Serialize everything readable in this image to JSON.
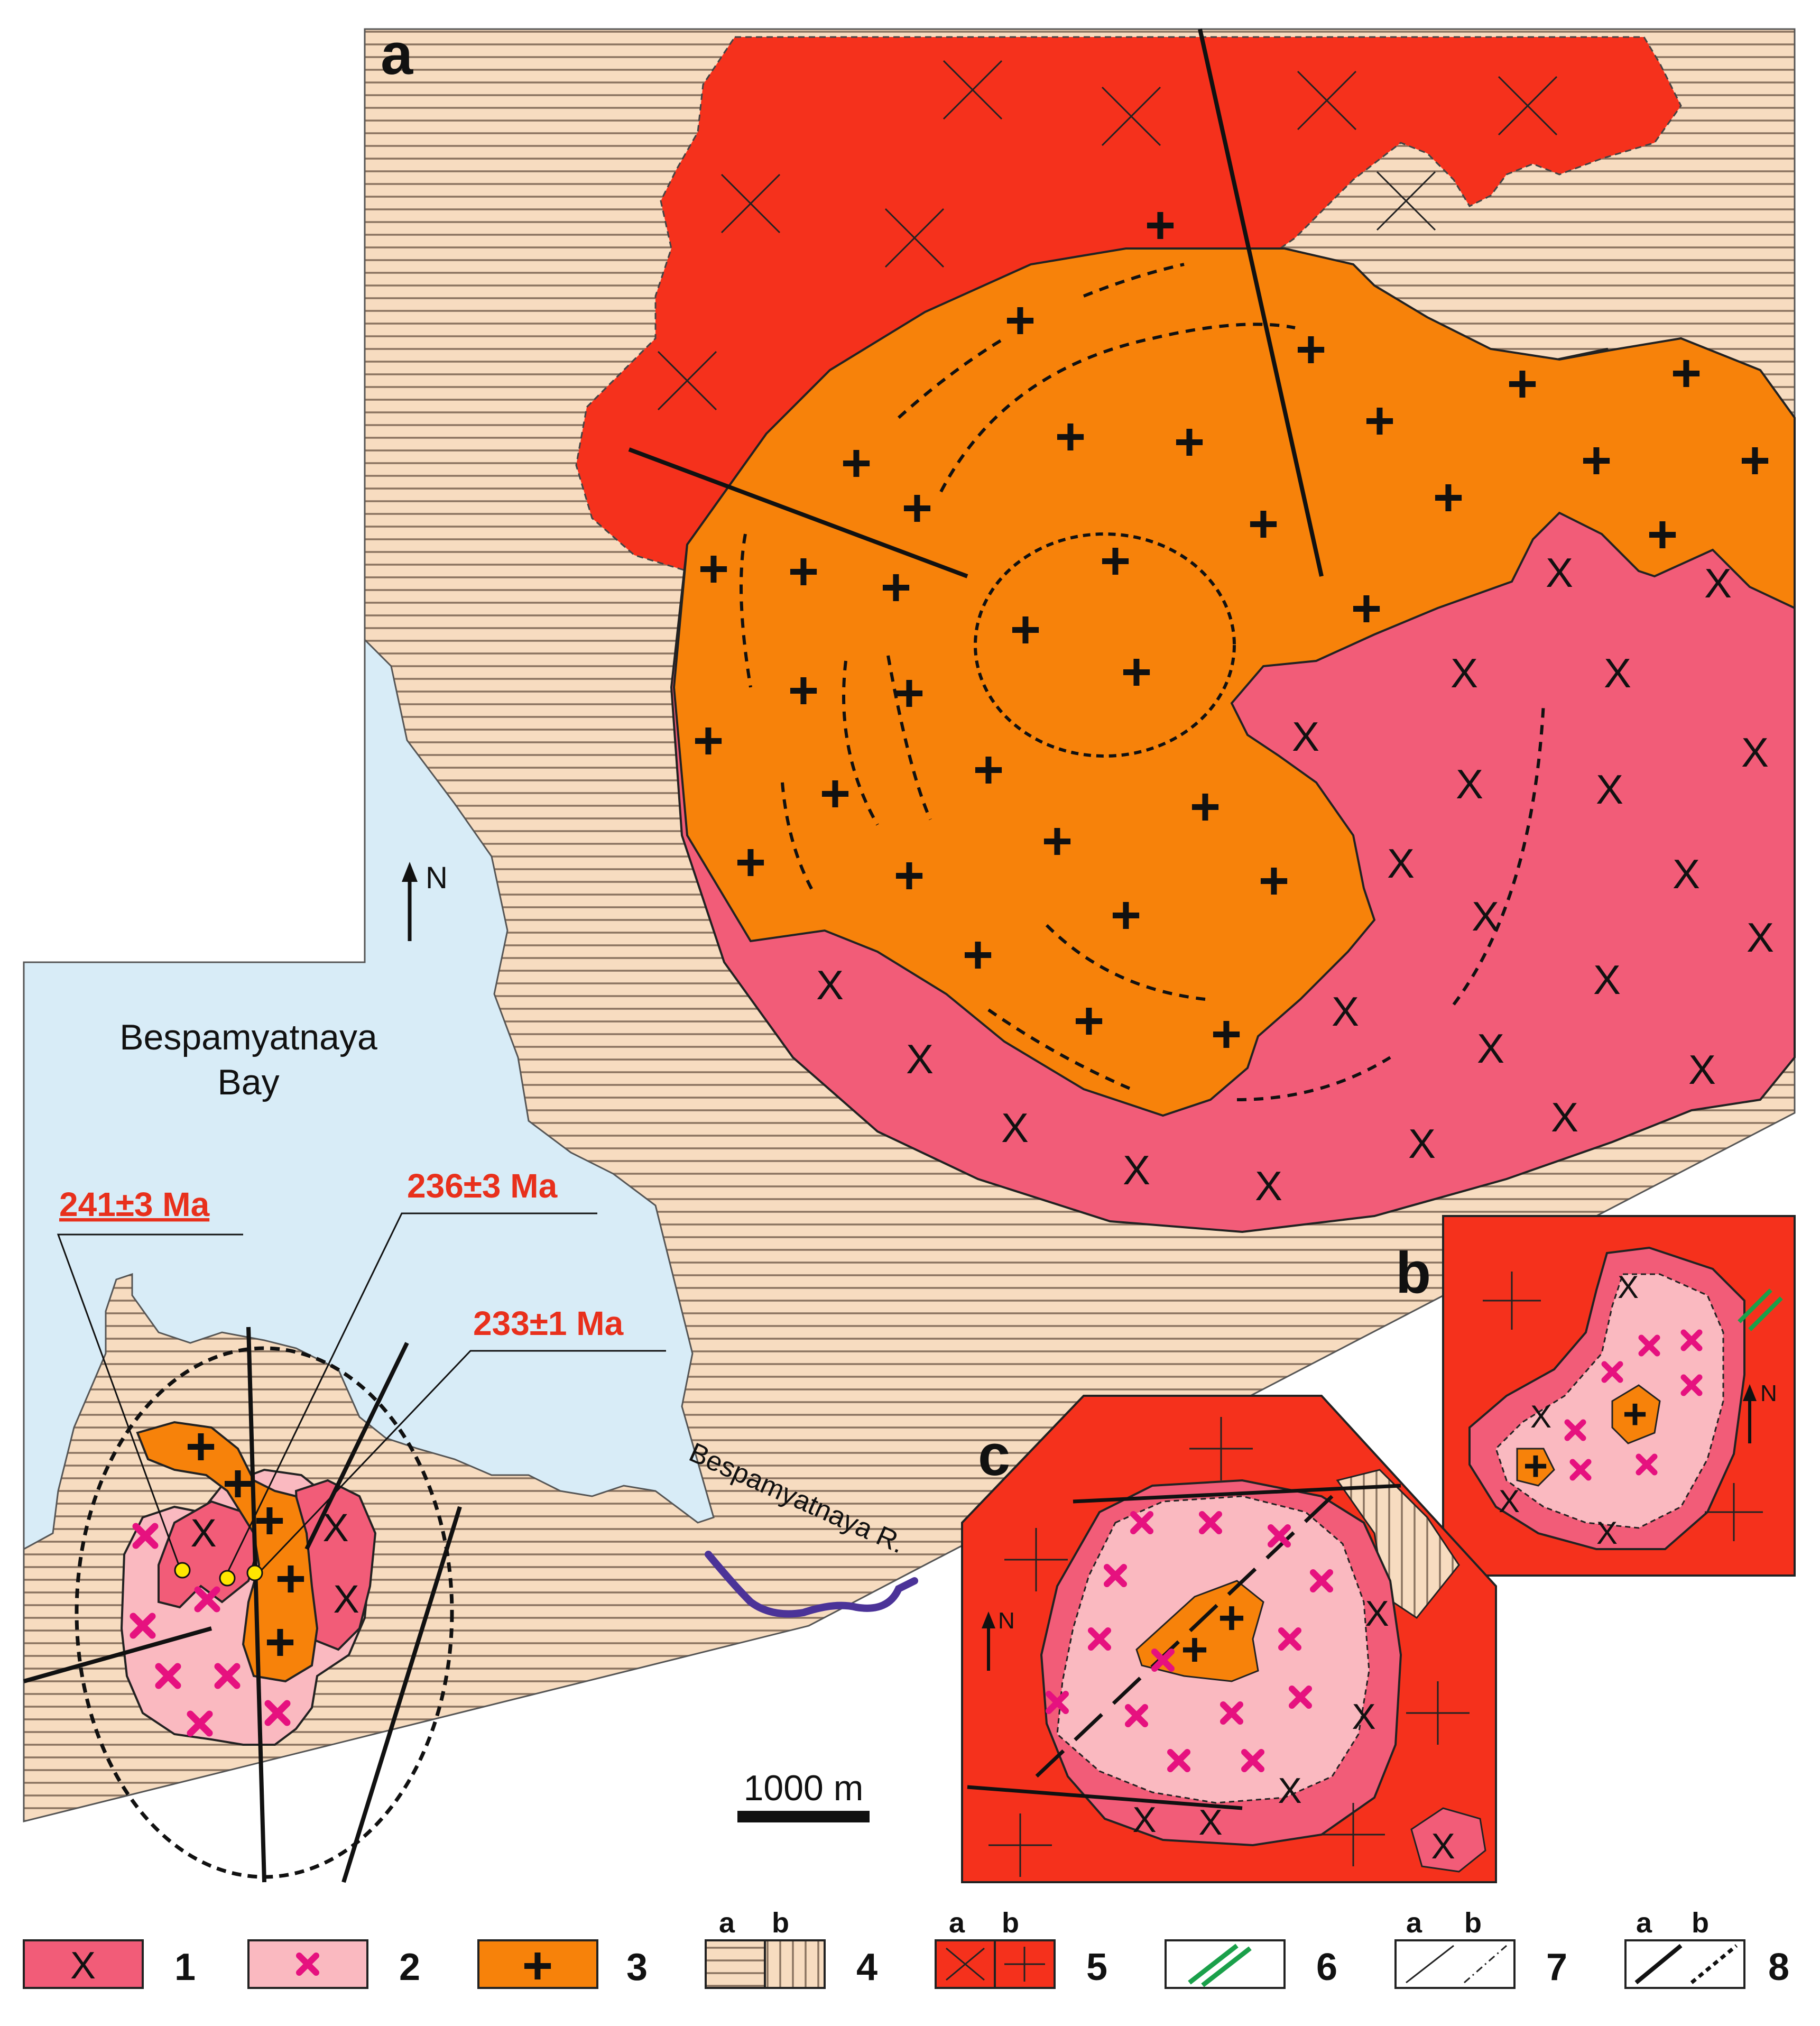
{
  "panels": {
    "a": "a",
    "b": "b",
    "c": "c"
  },
  "north_label": "N",
  "place_labels": {
    "bay_line1": "Bespamyatnaya",
    "bay_line2": "Bay",
    "river": "Bespamyatnaya R."
  },
  "ages": [
    {
      "text": "241±3 Ma"
    },
    {
      "text": "236±3 Ma"
    },
    {
      "text": "233±1 Ma"
    }
  ],
  "scale_bar": {
    "label": "1000 m"
  },
  "legend": [
    {
      "number": "1",
      "sub": []
    },
    {
      "number": "2",
      "sub": []
    },
    {
      "number": "3",
      "sub": []
    },
    {
      "number": "4",
      "sub": [
        "a",
        "b"
      ]
    },
    {
      "number": "5",
      "sub": [
        "a",
        "b"
      ]
    },
    {
      "number": "6",
      "sub": []
    },
    {
      "number": "7",
      "sub": [
        "a",
        "b"
      ]
    },
    {
      "number": "8",
      "sub": [
        "a",
        "b"
      ]
    }
  ],
  "colors": {
    "unit1_dark_pink": "#f25c78",
    "unit2_light_pink": "#fab9c0",
    "unit3_orange": "#f7820a",
    "host_red": "#f5311c",
    "sediment_tan": "#f7dcc0",
    "sediment_stripe": "#8a7360",
    "water_blue": "#d8ecf7",
    "age_red": "#e8301c",
    "river_purple": "#4b3398",
    "dyke_green": "#1aa04a",
    "sample_yellow": "#ffe600",
    "pink_x_symbol": "#e6117f"
  },
  "icons": {
    "north_arrow": "north-arrow-icon",
    "sample_point": "sample-point-icon"
  }
}
